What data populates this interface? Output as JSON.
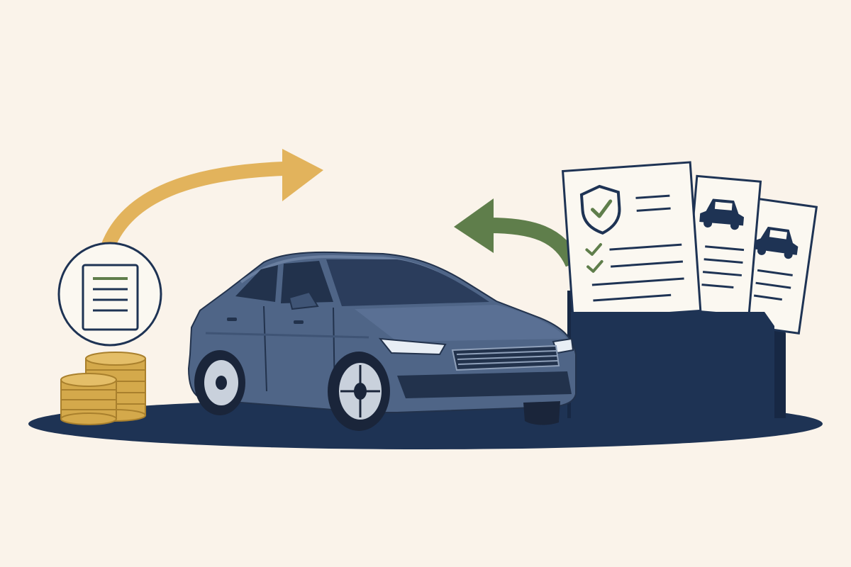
{
  "colors": {
    "background": "#FAF3EA",
    "ground": "#1E3354",
    "car_body": "#4F6587",
    "car_body_light": "#6A7FA0",
    "car_dark": "#22324C",
    "arrow_gold": "#E2B35C",
    "arrow_green": "#5F7E4B",
    "coin_gold": "#D4A94B",
    "coin_edge": "#A9802D",
    "folder": "#1E3354",
    "paper": "#FBF8F1",
    "check_green": "#5F7E4B",
    "line_dark": "#1E3354"
  },
  "icons": [
    "document-icon",
    "coins-icon",
    "sedan-car",
    "curved-arrow-right",
    "curved-arrow-left",
    "folder-icon",
    "shield-check-icon",
    "checkmark-icon",
    "car-icon"
  ]
}
